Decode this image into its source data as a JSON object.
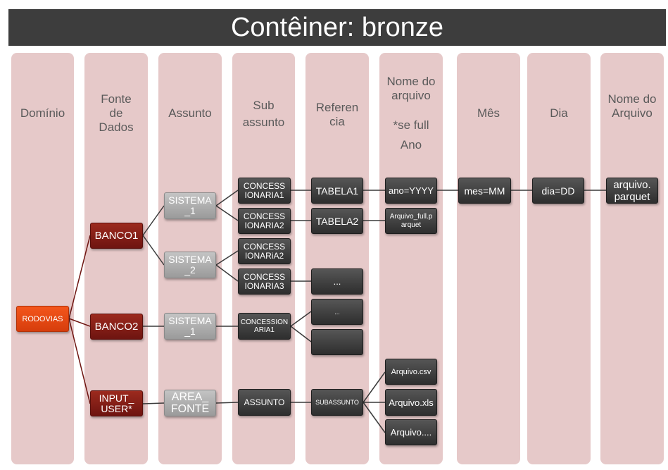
{
  "title": "Contêiner: bronze",
  "columns": [
    {
      "label": "Domínio"
    },
    {
      "label": "Fonte de Dados"
    },
    {
      "label": "Assunto"
    },
    {
      "label": "Sub assunto"
    },
    {
      "label": "Referen cia"
    },
    {
      "label": "Nome do arquivo",
      "note": "*se full",
      "extra": "Ano"
    },
    {
      "label": "Mês"
    },
    {
      "label": "Dia"
    },
    {
      "label": "Nome do Arquivo"
    }
  ],
  "nodes": {
    "rodovias": "RODOVIAS",
    "banco1": "BANCO1",
    "banco2": "BANCO2",
    "input_user": "INPUT_\nUSER*",
    "sistema1_a": "SISTEMA\n_1",
    "sistema2": "SISTEMA\n_2",
    "sistema1_b": "SISTEMA\n_1",
    "area_fonte": "AREA_\nFONTE",
    "conc1": "CONCESS\nIONARIA1",
    "conc2": "CONCESS\nIONARIA2",
    "conc2b": "CONCESS\nIONARiA2",
    "conc3": "CONCESS\nIONARIA3",
    "conc_b2": "CONCESSION\nARIA1",
    "assunto": "ASSUNTO",
    "tabela1": "TABELA1",
    "tabela2": "TABELA2",
    "dots1": "...",
    "dots2": "...",
    "blank": "",
    "subassunto": "SUBASSUNTO",
    "ano": "ano=YYYY",
    "arq_full": "Arquivo_full.p\narquet",
    "arq_csv": "Arquivo.csv",
    "arq_xls": "Arquivo.xls",
    "arq_dots": "Arquivo....",
    "mes": "mes=MM",
    "dia": "dia=DD",
    "parquet": "arquivo.\nparquet"
  },
  "colors": {
    "header_bar": "#3d3d3d",
    "column_bg": "#e6c9c9",
    "node_dark": "#3a3a3a",
    "node_gray": "#aaaaaa",
    "node_maroon": "#8a1f17",
    "node_orange": "#e84a14",
    "connector": "#6e1410",
    "note_red": "#e11212"
  }
}
